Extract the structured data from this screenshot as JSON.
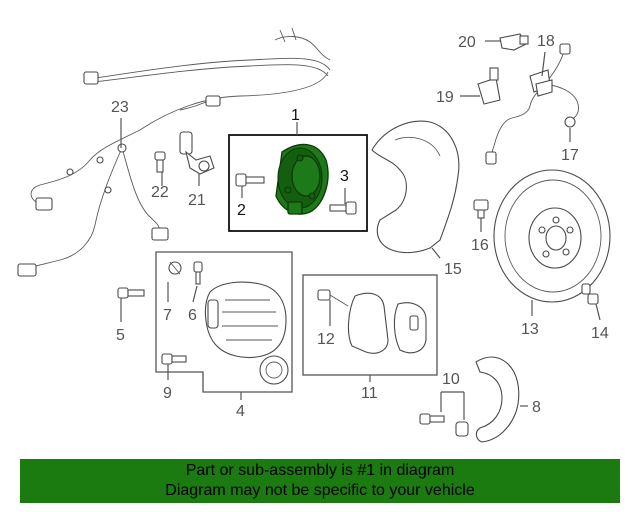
{
  "callouts": {
    "c1": "1",
    "c2": "2",
    "c3": "3",
    "c4": "4",
    "c5": "5",
    "c6": "6",
    "c7": "7",
    "c8": "8",
    "c9": "9",
    "c10": "10",
    "c11": "11",
    "c12": "12",
    "c13": "13",
    "c14": "14",
    "c15": "15",
    "c16": "16",
    "c17": "17",
    "c18": "18",
    "c19": "19",
    "c20": "20",
    "c21": "21",
    "c22": "22",
    "c23": "23"
  },
  "footer": {
    "line1": "Part or sub-assembly is #1 in diagram",
    "line2": "Diagram may not be specific to your vehicle"
  },
  "colors": {
    "highlight": "#1e7a18",
    "footer_bg": "#1b7a10",
    "line": "#555555"
  }
}
